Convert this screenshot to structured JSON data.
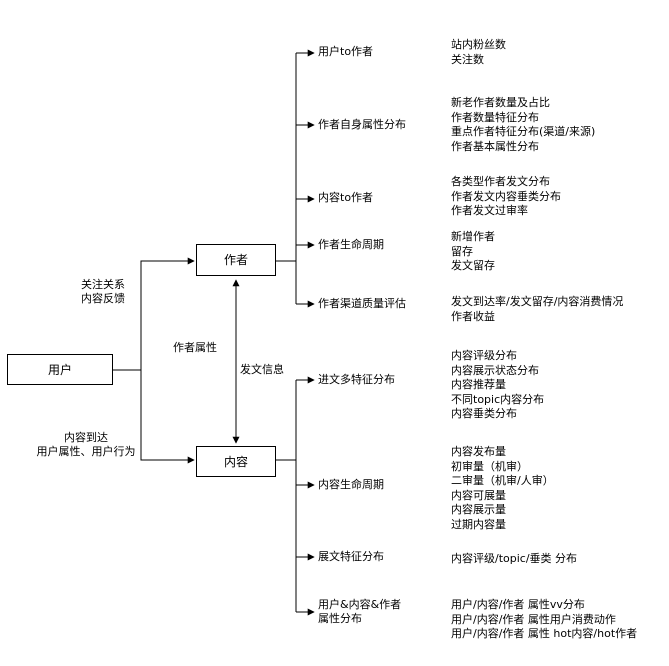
{
  "nodes": {
    "user": "用户",
    "author": "作者",
    "content": "内容"
  },
  "edge_labels": {
    "user_to_author": [
      "关注关系",
      "内容反馈"
    ],
    "user_to_content": [
      "内容到达",
      "用户属性、用户行为"
    ],
    "author_attr": "作者属性",
    "publish_info": "发文信息"
  },
  "author_branches": [
    {
      "label": [
        "用户to作者"
      ],
      "details": [
        "站内粉丝数",
        "关注数"
      ]
    },
    {
      "label": [
        "作者自身属性分布"
      ],
      "details": [
        "新老作者数量及占比",
        "作者数量特征分布",
        "重点作者特征分布(渠道/来源)",
        "作者基本属性分布"
      ]
    },
    {
      "label": [
        "内容to作者"
      ],
      "details": [
        "各类型作者发文分布",
        "作者发文内容垂类分布",
        "作者发文过审率"
      ]
    },
    {
      "label": [
        "作者生命周期"
      ],
      "details": [
        "新增作者",
        "留存",
        "发文留存"
      ]
    },
    {
      "label": [
        "作者渠道质量评估"
      ],
      "details": [
        "发文到达率/发文留存/内容消费情况",
        "作者收益"
      ]
    }
  ],
  "content_branches": [
    {
      "label": [
        "进文多特征分布"
      ],
      "details": [
        "内容评级分布",
        "内容展示状态分布",
        "内容推荐量",
        "不同topic内容分布",
        "内容垂类分布"
      ]
    },
    {
      "label": [
        "内容生命周期"
      ],
      "details": [
        "内容发布量",
        "初审量（机审）",
        "二审量（机审/人审）",
        "内容可展量",
        "内容展示量",
        "过期内容量"
      ]
    },
    {
      "label": [
        "展文特征分布"
      ],
      "details": [
        "内容评级/topic/垂类 分布"
      ]
    },
    {
      "label": [
        "用户&内容&作者",
        "属性分布"
      ],
      "details": [
        "用户/内容/作者 属性vv分布",
        "用户/内容/作者 属性用户消费动作",
        "用户/内容/作者 属性 hot内容/hot作者"
      ]
    }
  ]
}
